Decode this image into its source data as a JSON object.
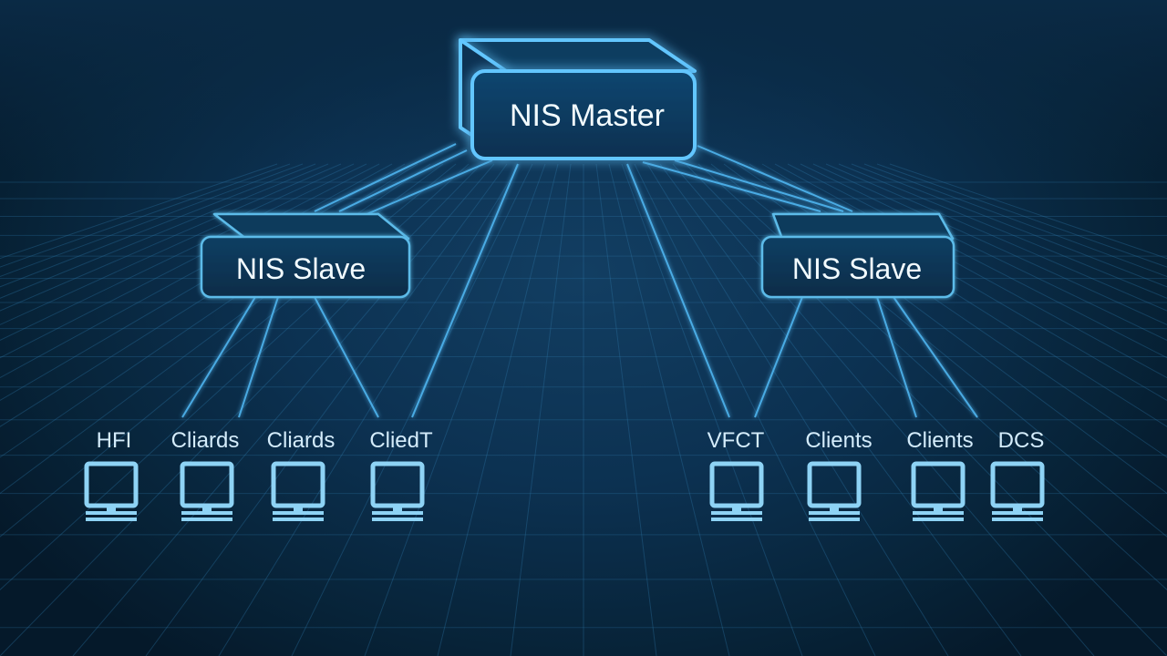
{
  "diagram": {
    "master": {
      "label": "NIS Master"
    },
    "slaves": [
      {
        "label": "NIS Slave"
      },
      {
        "label": "NIS Slave"
      }
    ],
    "clients": [
      {
        "label": "HFI"
      },
      {
        "label": "Cliards"
      },
      {
        "label": "Cliards"
      },
      {
        "label": "CliedT"
      },
      {
        "label": "VFCT"
      },
      {
        "label": "Clients"
      },
      {
        "label": "Clients"
      },
      {
        "label": "DCS"
      }
    ]
  },
  "colors": {
    "background": "#0a2a45",
    "line": "#4fb4ee",
    "node_border": "#6cc8f4",
    "master_glow": "#43b6ff",
    "computer": "#8ed3f5"
  }
}
